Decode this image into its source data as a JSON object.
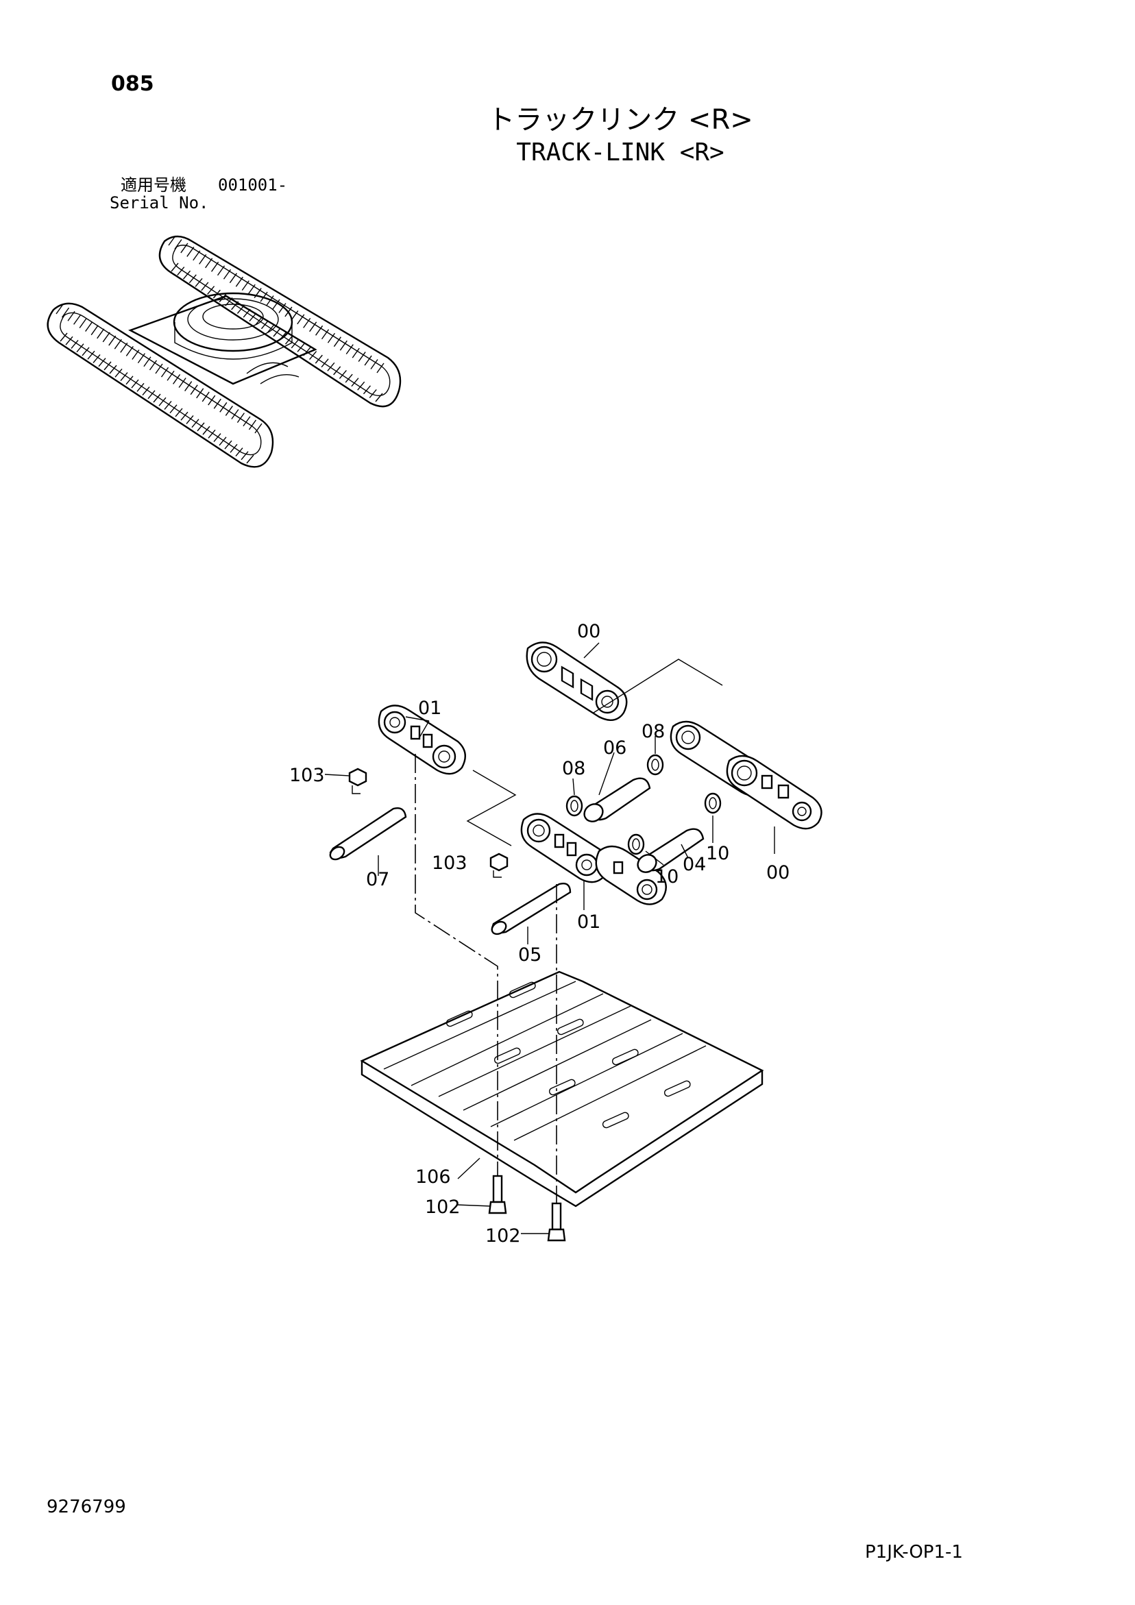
{
  "header": {
    "page_number": "085",
    "title_jp": "トラックリンク <R>",
    "title_en": "TRACK-LINK <R>",
    "serial_label_jp": "適用号機",
    "serial_value": "001001-",
    "serial_label_en": "Serial No."
  },
  "callouts": {
    "link_top": "00",
    "link_right": "00",
    "master_link_left": "01",
    "master_link_center": "01",
    "bushing": "04",
    "master_bushing": "05",
    "pin": "06",
    "master_pin": "07",
    "seal_left": "08",
    "seal_right": "08",
    "spacer_left": "10",
    "spacer_right": "10",
    "bolt_left": "102",
    "bolt_right": "102",
    "nut_left": "103",
    "nut_center": "103",
    "shoe": "106"
  },
  "footer": {
    "document_number": "9276799",
    "page_code": "P1JK-OP1-1"
  }
}
